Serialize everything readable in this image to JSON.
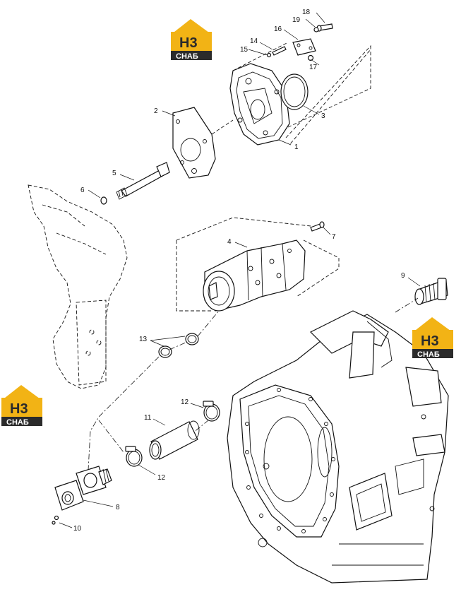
{
  "logos": [
    {
      "mark": "H3",
      "text": "СНАБ"
    },
    {
      "mark": "H3",
      "text": "СНАБ"
    },
    {
      "mark": "H3",
      "text": "СНАБ"
    }
  ],
  "callouts": [
    "1",
    "2",
    "3",
    "4",
    "5",
    "6",
    "7",
    "8",
    "9",
    "10",
    "11",
    "12",
    "12",
    "13",
    "14",
    "15",
    "16",
    "17",
    "18",
    "19"
  ],
  "colors": {
    "logo_orange": "#f2b315",
    "logo_dark": "#2b2b2b",
    "line": "#111111"
  }
}
